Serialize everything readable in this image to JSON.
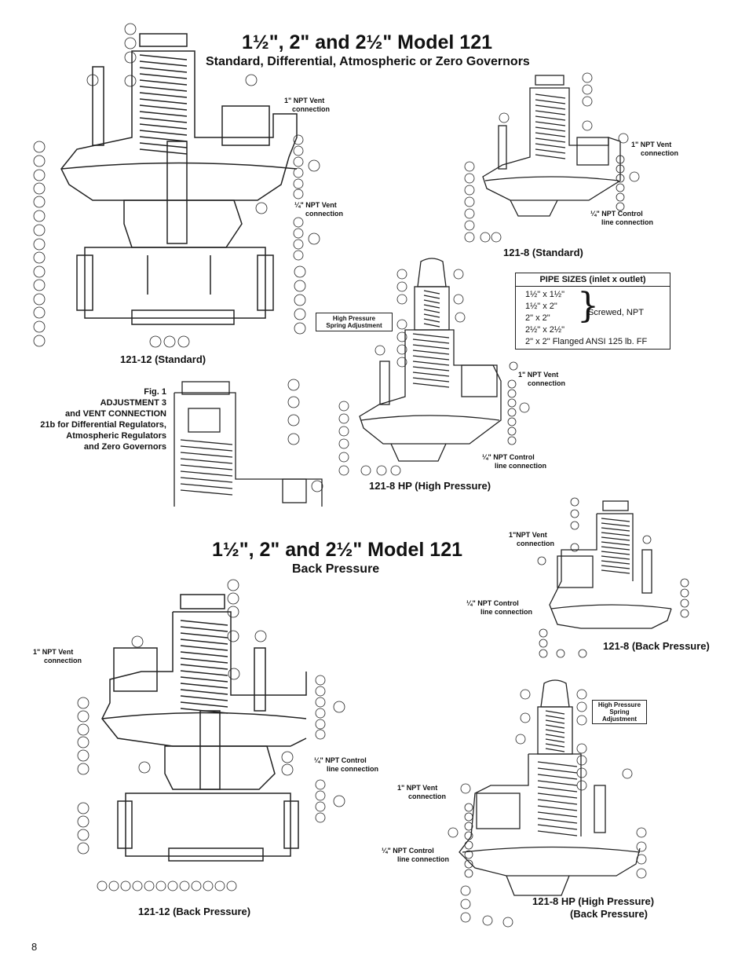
{
  "header_top": {
    "title": "1½\", 2\" and 2½\" Model 121",
    "subtitle": "Standard, Differential, Atmospheric or Zero Governors"
  },
  "header_bottom": {
    "title": "1½\", 2\" and 2½\" Model 121",
    "subtitle": "Back Pressure"
  },
  "captions": {
    "std_12": "121-12 (Standard)",
    "std_8": "121-8 (Standard)",
    "hp_8": "121-8 HP (High Pressure)",
    "bp_12": "121-12 (Back Pressure)",
    "bp_8": "121-8 (Back Pressure)",
    "hp_bp_8_line1": "121-8 HP (High Pressure)",
    "hp_bp_8_line2": "(Back Pressure)"
  },
  "fig1": {
    "line1": "Fig. 1",
    "line2": "ADJUSTMENT 3",
    "line3": "and VENT CONNECTION",
    "line4": "21b for Differential Regulators,",
    "line5": "Atmospheric Regulators",
    "line6": "and Zero Governors"
  },
  "notes": {
    "vent_1": "1\" NPT Vent",
    "vent_2": "connection",
    "npt14_vent_1": "¼\" NPT Vent",
    "npt14_vent_2": "connection",
    "control_1": "¼\" NPT Control",
    "control_2": "line connection",
    "vent_nospace_1": "1\"NPT Vent",
    "high_pressure_1": "High Pressure",
    "high_pressure_2": "Spring Adjustment"
  },
  "pipe_sizes": {
    "header": "PIPE SIZES (inlet x outlet)",
    "rows": [
      "1½\" x 1½\"",
      "1½\" x 2\"",
      "2\" x 2\"",
      "2½\" x 2½\"",
      "2\" x 2\" Flanged ANSI 125 lb. FF"
    ],
    "screwed": "Screwed, NPT"
  },
  "page_number": "8"
}
